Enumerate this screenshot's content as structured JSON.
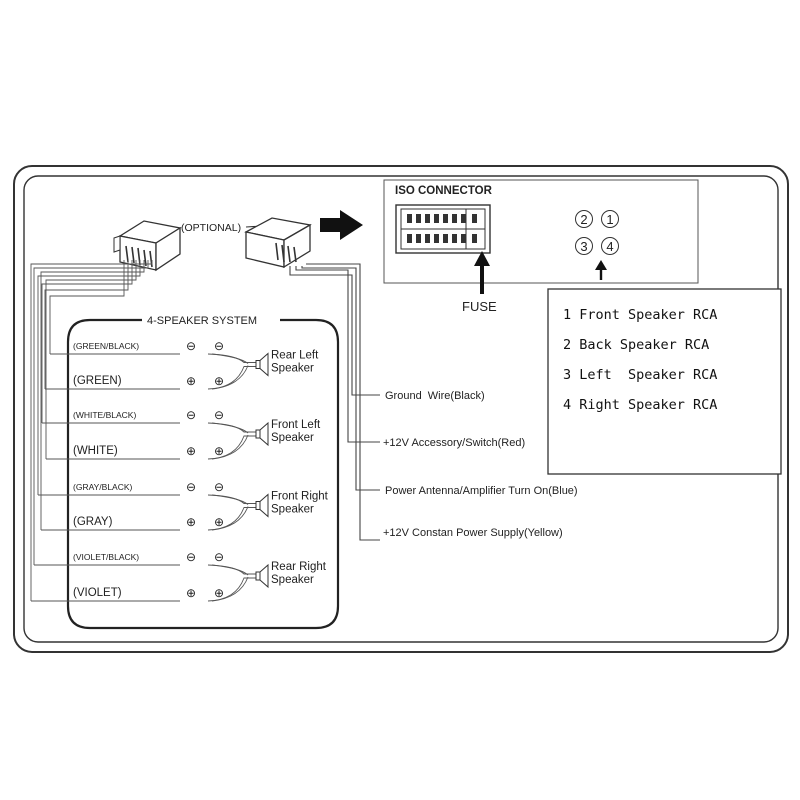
{
  "connector": {
    "optional_label": "(OPTIONAL)",
    "iso_title": "ISO CONNECTOR",
    "fuse_label": "FUSE",
    "rca_numbers": [
      "2",
      "1",
      "3",
      "4"
    ]
  },
  "rca_legend": [
    "1 Front Speaker RCA",
    "2 Back Speaker RCA",
    "3 Left  Speaker RCA",
    "4 Right Speaker RCA"
  ],
  "speaker_system": {
    "title": "4-SPEAKER SYSTEM",
    "wires": [
      "(GREEN/BLACK)",
      "(GREEN)",
      "(WHITE/BLACK)",
      "(WHITE)",
      "(GRAY/BLACK)",
      "(GRAY)",
      "(VIOLET/BLACK)",
      "(VIOLET)"
    ],
    "polarity": {
      "negative": "⊖",
      "positive": "⊕"
    },
    "speakers": [
      {
        "line1": "Rear Left",
        "line2": "Speaker"
      },
      {
        "line1": "Front Left",
        "line2": "Speaker"
      },
      {
        "line1": "Front Right",
        "line2": "Speaker"
      },
      {
        "line1": "Rear Right",
        "line2": "Speaker"
      }
    ]
  },
  "power_wires": [
    "Ground  Wire(Black)",
    "+12V Accessory/Switch(Red)",
    "Power Antenna/Amplifier Turn On(Blue)",
    "+12V Constan Power Supply(Yellow)"
  ]
}
